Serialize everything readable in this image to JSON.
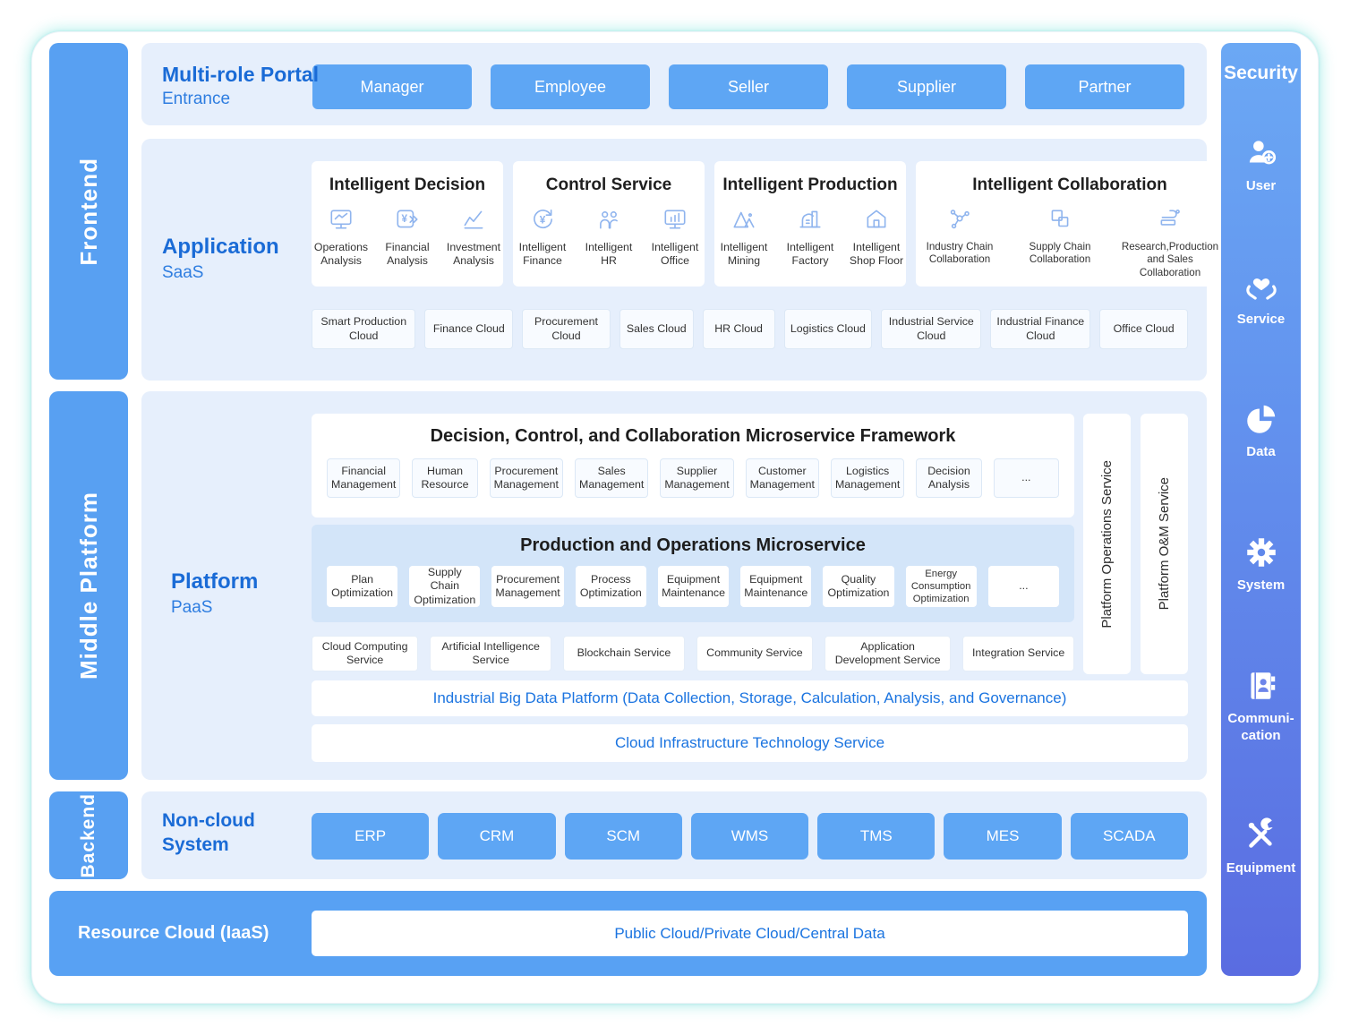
{
  "rails": [
    {
      "label": "Frontend"
    },
    {
      "label": "Middle Platform"
    },
    {
      "label": "Backend"
    }
  ],
  "portal": {
    "title": "Multi-role Portal",
    "subtitle": "Entrance",
    "buttons": [
      "Manager",
      "Employee",
      "Seller",
      "Supplier",
      "Partner"
    ]
  },
  "application": {
    "title": "Application",
    "subtitle": "SaaS",
    "cards": [
      {
        "title": "Intelligent Decision",
        "items": [
          {
            "label": "Operations Analysis",
            "icon": "monitor-line-chart-icon"
          },
          {
            "label": "Financial Analysis",
            "icon": "yen-transfer-icon"
          },
          {
            "label": "Investment Analysis",
            "icon": "line-chart-icon"
          }
        ]
      },
      {
        "title": "Control Service",
        "items": [
          {
            "label": "Intelligent Finance",
            "icon": "yen-cycle-icon"
          },
          {
            "label": "Intelligent HR",
            "icon": "people-icon"
          },
          {
            "label": "Intelligent Office",
            "icon": "monitor-bars-icon"
          }
        ]
      },
      {
        "title": "Intelligent Production",
        "items": [
          {
            "label": "Intelligent Mining",
            "icon": "mountains-icon"
          },
          {
            "label": "Intelligent Factory",
            "icon": "factory-icon"
          },
          {
            "label": "Intelligent Shop Floor",
            "icon": "house-icon"
          }
        ]
      },
      {
        "title": "Intelligent Collaboration",
        "items": [
          {
            "label": "Industry Chain Collaboration",
            "icon": "network-nodes-icon"
          },
          {
            "label": "Supply Chain Collaboration",
            "icon": "linked-squares-icon"
          },
          {
            "label": "Research,Production and Sales Collaboration",
            "icon": "flow-icon"
          }
        ]
      }
    ],
    "clouds": [
      "Smart Production Cloud",
      "Finance Cloud",
      "Procurement Cloud",
      "Sales Cloud",
      "HR Cloud",
      "Logistics Cloud",
      "Industrial Service Cloud",
      "Industrial Finance Cloud",
      "Office Cloud"
    ]
  },
  "platform": {
    "title": "Platform",
    "subtitle": "PaaS",
    "framework": {
      "title": "Decision, Control, and Collaboration Microservice Framework",
      "items": [
        "Financial Management",
        "Human Resource",
        "Procurement Management",
        "Sales Management",
        "Supplier Management",
        "Customer Management",
        "Logistics Management",
        "Decision Analysis",
        "..."
      ]
    },
    "production": {
      "title": "Production and Operations Microservice",
      "items": [
        "Plan Optimization",
        "Supply Chain Optimization",
        "Procurement Management",
        "Process Optimization",
        "Equipment Maintenance",
        "Equipment Maintenance",
        "Quality Optimization",
        "Energy Consumption Optimization",
        "..."
      ]
    },
    "services": [
      "Cloud Computing Service",
      "Artificial Intelligence Service",
      "Blockchain Service",
      "Community Service",
      "Application Development Service",
      "Integration Service"
    ],
    "big_data": "Industrial Big Data Platform (Data Collection, Storage, Calculation, Analysis, and Governance)",
    "cloud_infra": "Cloud Infrastructure Technology Service",
    "vertical_bars": [
      "Platform Operations Service",
      "Platform O&M Service"
    ]
  },
  "backend": {
    "title": "Non-cloud System",
    "buttons": [
      "ERP",
      "CRM",
      "SCM",
      "WMS",
      "TMS",
      "MES",
      "SCADA"
    ]
  },
  "resource": {
    "title": "Resource Cloud (IaaS)",
    "content": "Public Cloud/Private Cloud/Central Data"
  },
  "security": {
    "title": "Security",
    "items": [
      {
        "label": "User",
        "icon": "user-add-icon"
      },
      {
        "label": "Service",
        "icon": "hands-heart-icon"
      },
      {
        "label": "Data",
        "icon": "pie-chart-icon"
      },
      {
        "label": "System",
        "icon": "gear-icon"
      },
      {
        "label": "Communi-cation",
        "icon": "contact-book-icon"
      },
      {
        "label": "Equipment",
        "icon": "tools-icon"
      }
    ]
  },
  "colors": {
    "accent_dark_blue": "#1a6bd6",
    "accent_blue": "#2e7de0",
    "button_blue": "#5ea6f4",
    "rail_blue": "#58a0f2",
    "panel_light": "#e6effc",
    "production_panel": "#d3e5f9",
    "blue_text": "#1b74e0",
    "sidebar_gradient_top": "#6ba8f4",
    "sidebar_gradient_bottom": "#5a6ce1",
    "icon_stroke": "#8fb4ee"
  }
}
